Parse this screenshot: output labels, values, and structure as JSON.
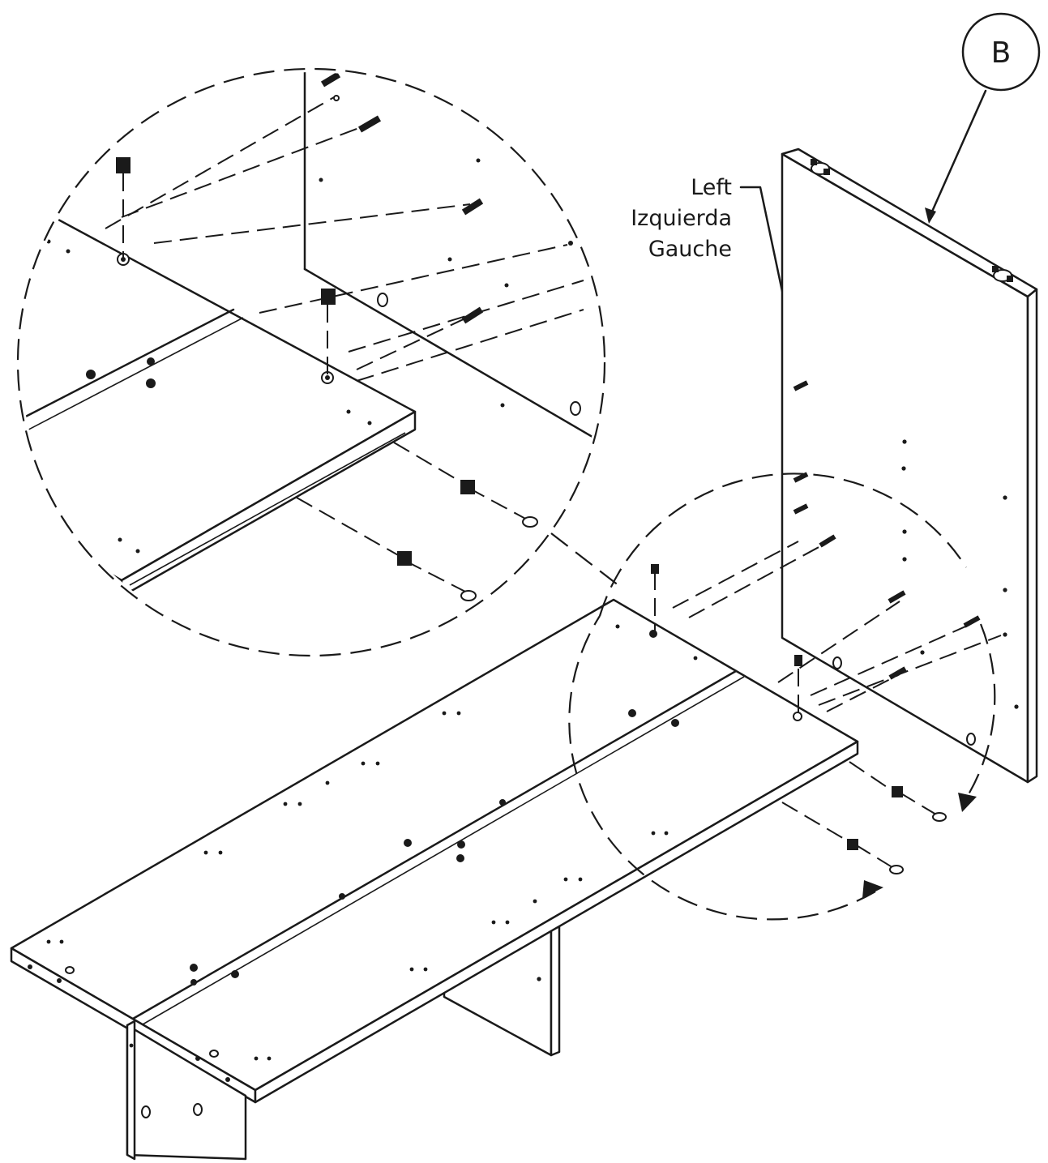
{
  "callout": {
    "letter": "B"
  },
  "side_label": {
    "en": "Left",
    "es": "Izquierda",
    "fr": "Gauche"
  },
  "colors": {
    "line": "#1a1a1a",
    "background": "#ffffff"
  },
  "icons": [
    "dowel-icon",
    "cam-lock-icon",
    "cam-bolt-icon",
    "rotation-arrow-icon"
  ]
}
